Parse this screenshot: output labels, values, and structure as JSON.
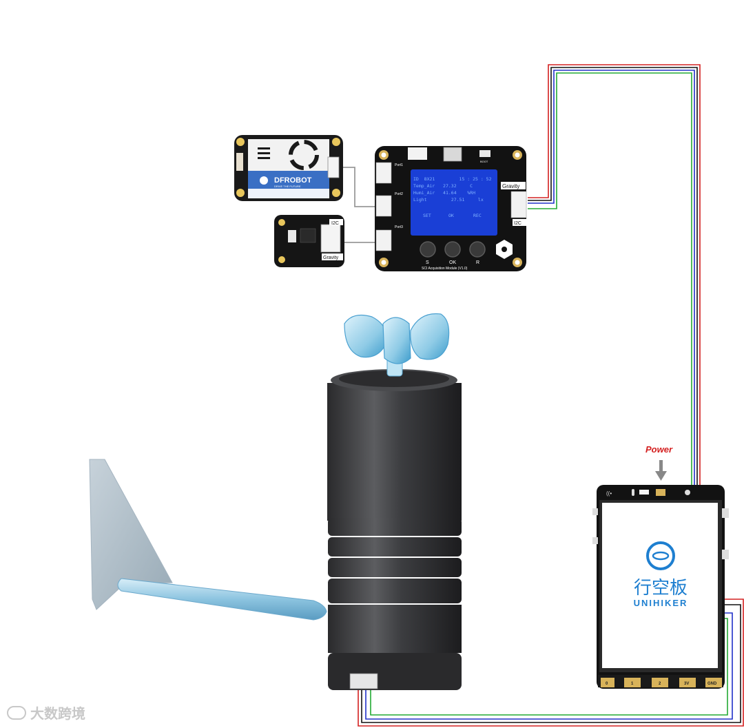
{
  "power_label": "Power",
  "colors": {
    "wire_red": "#d42020",
    "wire_black": "#111111",
    "wire_blue": "#2030c8",
    "wire_green": "#22aa33",
    "wire_gray": "#9a9a9a",
    "pcb_black": "#121212",
    "screen_blue": "#1a3fd6",
    "dfrobot_blue": "#3a6fc4",
    "unihiker_blue": "#1e7fd0"
  },
  "gas_sensor": {
    "brand": "DFROBOT",
    "slogan": "DRIVE THE FUTURE"
  },
  "small_sensor": {
    "label_top": "I2C",
    "label_bottom": "Gravity"
  },
  "sci_module": {
    "title": "SCI Acquisition Module (V1.0)",
    "boot_label": "BOOT",
    "gravity_label": "Gravity",
    "i2c_label": "I2C",
    "port_labels": [
      "Port1",
      "Port2",
      "Port3"
    ],
    "buttons": [
      "S",
      "OK",
      "R"
    ],
    "screen": {
      "line1": "ID  8X21         15 : 25 : 52",
      "line2": "Temp_Air   27.32     C",
      "line3": "Humi_Air   41.64    %RH",
      "line4": "Light         27.51     lx",
      "footer": [
        "SET",
        "OK",
        "REC"
      ]
    }
  },
  "unihiker": {
    "name_cn": "行空板",
    "name_en": "UNIHIKER",
    "pins": [
      "0",
      "1",
      "2",
      "3V",
      "GND"
    ]
  },
  "watermark": "大数跨境"
}
